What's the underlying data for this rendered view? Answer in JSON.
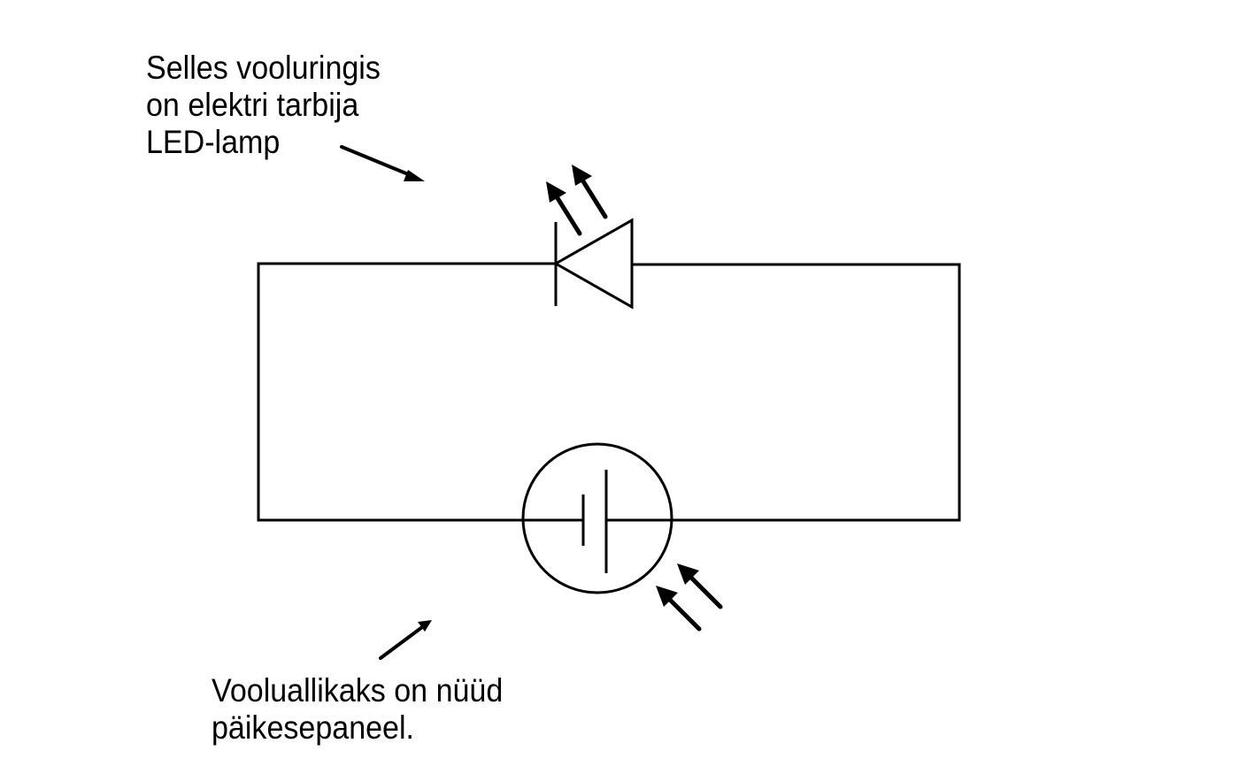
{
  "annotations": {
    "consumer": {
      "lines": [
        "Selles vooluringis",
        "on elektri tarbija",
        "LED-lamp"
      ]
    },
    "source": {
      "lines": [
        "Vooluallikaks on nüüd",
        "päikesepaneel."
      ]
    }
  },
  "components": {
    "load": "led-icon",
    "source": "solar-panel-icon",
    "light_emission": "light-emission-arrows-icon",
    "light_incidence": "incoming-light-arrows-icon"
  },
  "colors": {
    "line": "#000000",
    "background": "#ffffff"
  }
}
